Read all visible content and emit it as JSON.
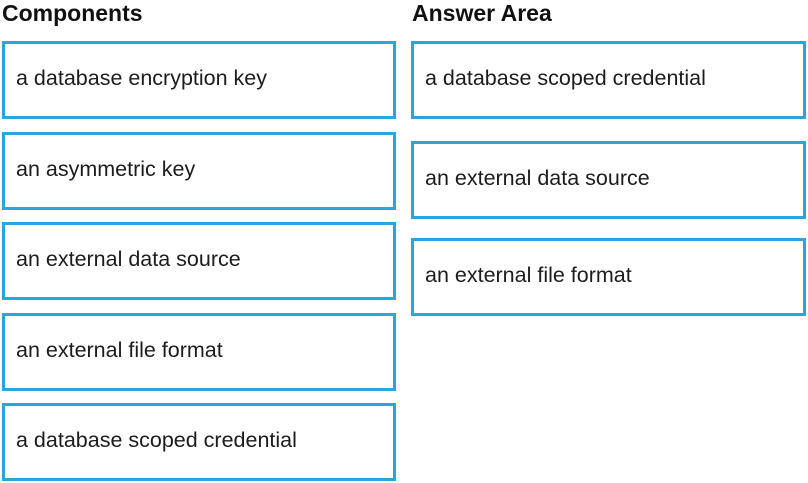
{
  "components": {
    "heading": "Components",
    "items": [
      "a database encryption key",
      "an asymmetric key",
      "an external data source",
      "an external file format",
      "a database scoped credential"
    ]
  },
  "answer_area": {
    "heading": "Answer Area",
    "items": [
      "a database scoped credential",
      "an external data source",
      "an external file format"
    ]
  },
  "colors": {
    "box_border": "#2aa6df",
    "text": "#1c1c1c",
    "background": "#ffffff"
  }
}
